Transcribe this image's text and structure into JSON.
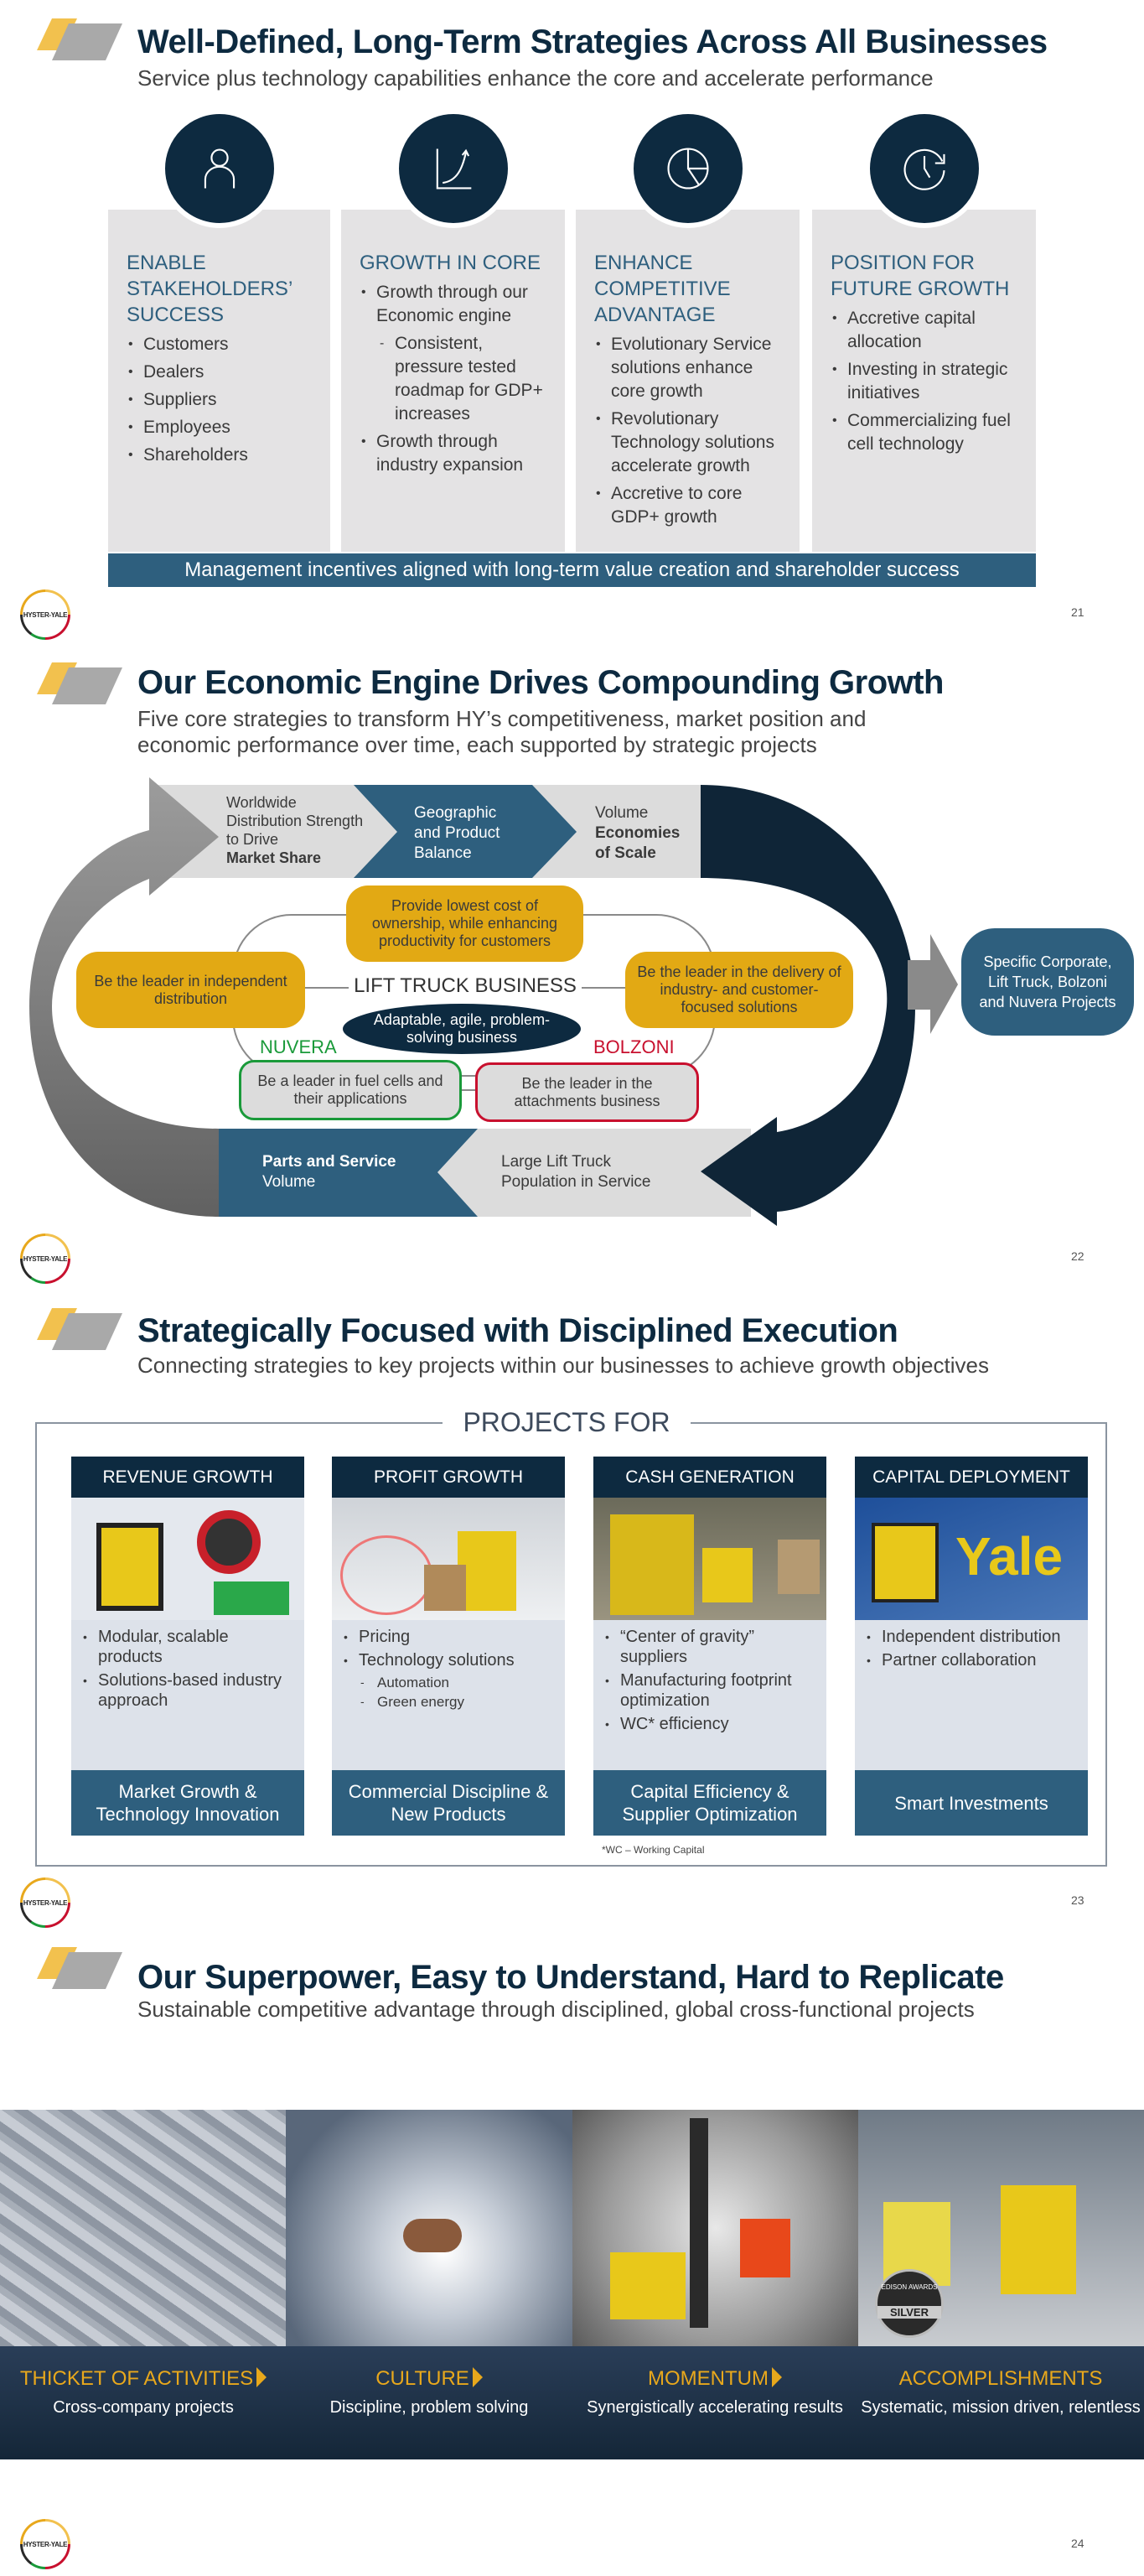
{
  "logo_text": "HYSTER-YALE",
  "colors": {
    "navy": "#0d2a40",
    "steel_blue": "#2e5f7e",
    "card_gray": "#e4e3e4",
    "orange": "#e2a914",
    "gold": "#e8a81c",
    "nuvera_green": "#1a9a3a",
    "bolzoni_red": "#c8102e"
  },
  "slides": [
    {
      "page": "21",
      "title": "Well-Defined, Long-Term Strategies Across All Businesses",
      "subtitle": "Service plus technology capabilities enhance the core and accelerate performance",
      "cards": [
        {
          "icon": "person-icon",
          "heading": "ENABLE STAKEHOLDERS’ SUCCESS",
          "bullets": [
            "Customers",
            "Dealers",
            "Suppliers",
            "Employees",
            "Shareholders"
          ]
        },
        {
          "icon": "growth-chart-icon",
          "heading": "GROWTH IN CORE",
          "bullets": [
            "Growth through our Economic engine",
            "Consistent, pressure tested roadmap for GDP+ increases",
            "Growth through industry expansion"
          ]
        },
        {
          "icon": "pie-chart-icon",
          "heading": "ENHANCE COMPETITIVE ADVANTAGE",
          "bullets": [
            "Evolutionary Service solutions enhance core growth",
            "Revolutionary Technology solutions accelerate growth",
            "Accretive to core GDP+ growth"
          ]
        },
        {
          "icon": "clock-refresh-icon",
          "heading": "POSITION FOR FUTURE GROWTH",
          "bullets": [
            "Accretive capital allocation",
            "Investing in strategic initiatives",
            "Commercializing fuel cell technology"
          ]
        }
      ],
      "banner": "Management incentives aligned with long-term value creation and shareholder success"
    },
    {
      "page": "22",
      "title": "Our Economic Engine Drives Compounding Growth",
      "subtitle_lines": [
        "Five core strategies to transform HY’s competitiveness, market position and",
        "economic performance over time, each supported by strategic projects"
      ],
      "top_band": {
        "c1": [
          "Worldwide",
          "Distribution Strength",
          "to Drive"
        ],
        "c1_bold": "Market Share",
        "c2": [
          "Geographic",
          "and Product",
          "Balance"
        ],
        "c3": "Volume",
        "c3_bold": [
          "Economies",
          "of Scale"
        ]
      },
      "bottom_band": {
        "c1_bold": "Parts and Service",
        "c1": "Volume",
        "c2": [
          "Large Lift Truck",
          "Population in Service"
        ]
      },
      "center_label": "LIFT TRUCK BUSINESS",
      "ellipse": "Adaptable, agile, problem-solving business",
      "orange_top": "Provide lowest cost of ownership, while enhancing productivity for customers",
      "orange_left": "Be the leader in independent distribution",
      "orange_right": "Be the leader in the delivery of industry- and customer-focused solutions",
      "nuvera": {
        "label": "NUVERA",
        "text": "Be a leader in fuel cells and their applications"
      },
      "bolzoni": {
        "label": "BOLZONI",
        "text": "Be the leader in the attachments business"
      },
      "projects_box": "Specific Corporate, Lift Truck, Bolzoni and Nuvera Projects"
    },
    {
      "page": "23",
      "title": "Strategically Focused with Disciplined Execution",
      "subtitle": "Connecting strategies to key projects within our businesses to achieve growth objectives",
      "frame_label": "PROJECTS FOR",
      "columns": [
        {
          "header": "REVENUE GROWTH",
          "bullets": [
            {
              "t": "Modular, scalable products"
            },
            {
              "t": "Solutions-based industry approach"
            }
          ],
          "footer": "Market Growth & Technology Innovation"
        },
        {
          "header": "PROFIT GROWTH",
          "bullets": [
            {
              "t": "Pricing"
            },
            {
              "t": "Technology solutions"
            },
            {
              "t": "Automation",
              "sub": true
            },
            {
              "t": "Green energy",
              "sub": true
            }
          ],
          "footer": "Commercial Discipline & New Products"
        },
        {
          "header": "CASH GENERATION",
          "bullets": [
            {
              "t": "“Center of gravity” suppliers"
            },
            {
              "t": "Manufacturing footprint optimization"
            },
            {
              "t": "WC* efficiency"
            }
          ],
          "footer": "Capital Efficiency & Supplier Optimization"
        },
        {
          "header": "CAPITAL DEPLOYMENT",
          "bullets": [
            {
              "t": "Independent distribution"
            },
            {
              "t": "Partner collaboration"
            }
          ],
          "footer": "Smart Investments"
        }
      ],
      "sign_text": "Yale",
      "footnote": "*WC – Working Capital"
    },
    {
      "page": "24",
      "title": "Our Superpower, Easy to Understand, Hard to Replicate",
      "subtitle": "Sustainable competitive advantage through disciplined, global cross-functional projects",
      "panels": [
        {
          "heading": "THICKET OF ACTIVITIES",
          "text": "Cross-company projects",
          "arrow": true
        },
        {
          "heading": "CULTURE",
          "text": "Discipline, problem solving",
          "arrow": true
        },
        {
          "heading": "MOMENTUM",
          "text": "Synergistically accelerating results",
          "arrow": true
        },
        {
          "heading": "ACCOMPLISHMENTS",
          "text": "Systematic, mission driven, relentless",
          "arrow": false
        }
      ],
      "badge": {
        "top": "EDISON AWARDS",
        "main": "SILVER"
      }
    }
  ]
}
